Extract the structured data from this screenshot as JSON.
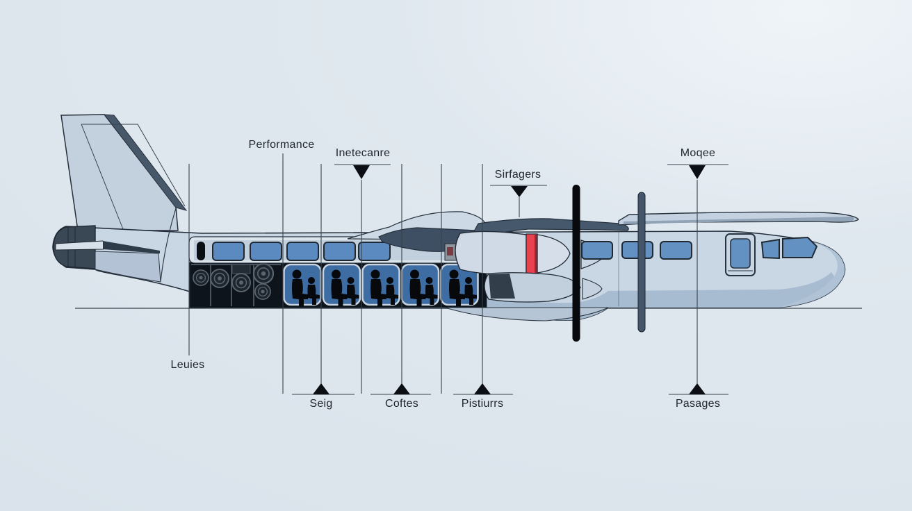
{
  "labels": {
    "performance": "Performance",
    "inetecanre": "Inetecanre",
    "sirfagers": "Sirfagers",
    "moqee": "Moqee",
    "leuies": "Leuies",
    "seig": "Seig",
    "coftes": "Coftes",
    "pistiurrs": "Pistiurrs",
    "pasages": "Pasages"
  },
  "colors": {
    "background": "#dee7ee",
    "fuselage": "#c9d6e4",
    "fuselage_lower": "#a7bbd1",
    "window_blue": "#5b8ac0",
    "cabin_cell_blue": "#3e6da3",
    "dark_slate": "#3e4f63",
    "tail_cone": "#3a4754",
    "engine_red_band": "#e8414f",
    "silhouette_black": "#07090c",
    "callout_line": "#39424d",
    "label_text": "#20262e"
  }
}
